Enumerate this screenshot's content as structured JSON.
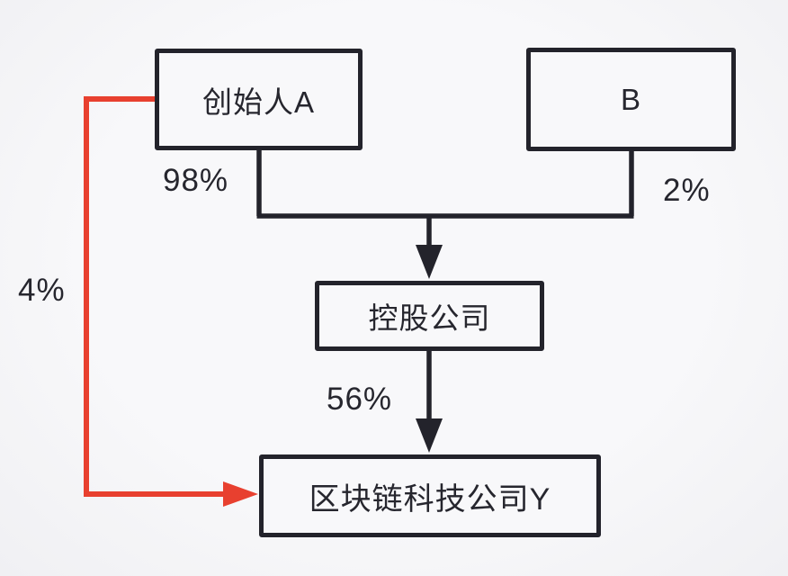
{
  "diagram": {
    "title": "equity-structure-chart",
    "nodes": {
      "founder_a": {
        "label": "创始人A"
      },
      "shareholder_b": {
        "label": "B"
      },
      "holding": {
        "label": "控股公司"
      },
      "company_y": {
        "label": "区块链科技公司Y"
      }
    },
    "edges": {
      "a_to_holding": {
        "label": "98%"
      },
      "b_to_holding": {
        "label": "2%"
      },
      "holding_to_y": {
        "label": "56%"
      },
      "a_to_y_direct": {
        "label": "4%"
      }
    },
    "colors": {
      "line": "#23232b",
      "highlight": "#e8402f",
      "background": "#f5f5f7",
      "text": "#26262e"
    }
  }
}
